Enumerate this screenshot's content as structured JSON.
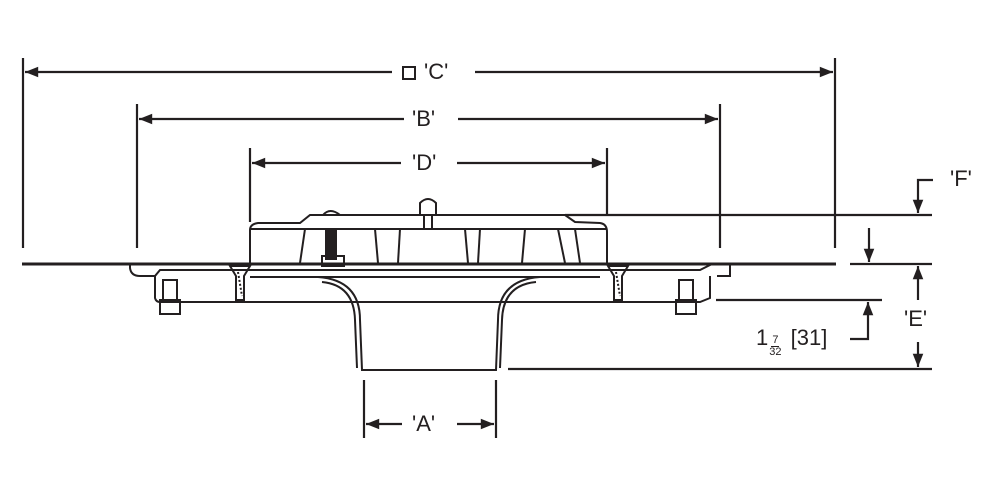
{
  "drawing": {
    "title": "Roof drain dimension diagram",
    "stroke_color": "#231f20",
    "background": "#ffffff"
  },
  "dimensions": {
    "C": {
      "label": "'C'",
      "symbol": "square-icon"
    },
    "B": {
      "label": "'B'"
    },
    "D": {
      "label": "'D'"
    },
    "A": {
      "label": "'A'"
    },
    "E": {
      "label": "'E'"
    },
    "F": {
      "label": "'F'"
    },
    "flange_offset": {
      "whole": "1",
      "numerator": "7",
      "denominator": "32",
      "metric": "[31]"
    }
  }
}
